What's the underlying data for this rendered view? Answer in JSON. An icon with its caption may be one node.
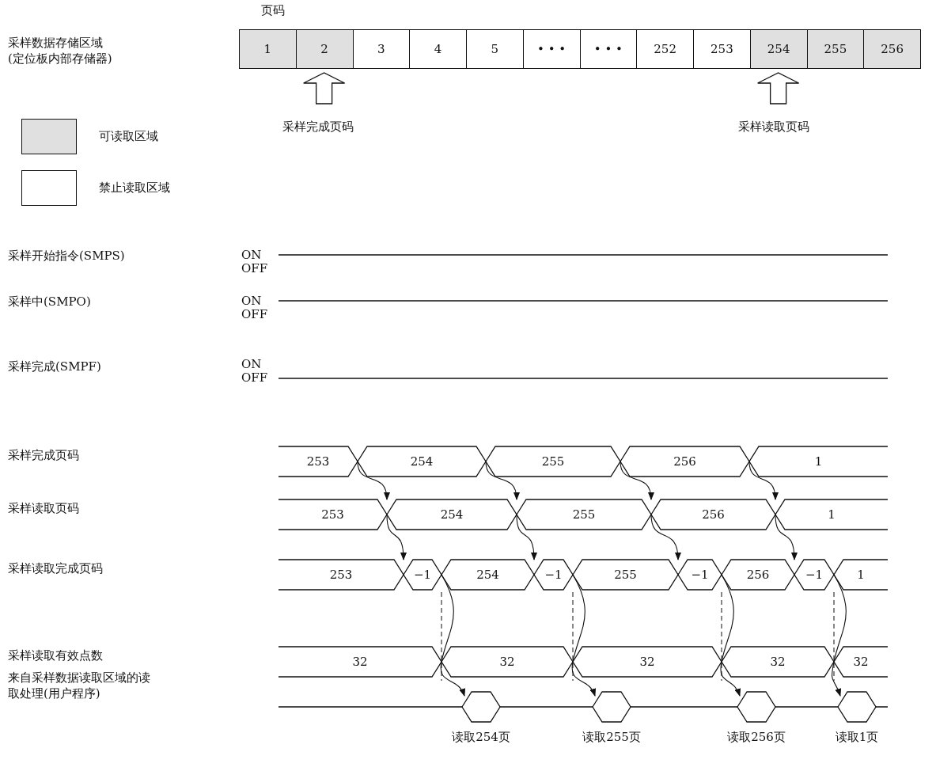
{
  "diagram": {
    "nodes": [
      {
        "text": [
          "1"
        ]
      },
      {
        "text": [
          "2"
        ]
      },
      {
        "text": [
          "3"
        ]
      },
      {
        "text": [
          "4"
        ]
      },
      {
        "text": [
          "5"
        ]
      },
      {
        "text": [
          "• • •"
        ]
      },
      {
        "text": [
          "• • •"
        ]
      },
      {
        "text": [
          "252"
        ]
      },
      {
        "text": [
          "253"
        ]
      },
      {
        "text": [
          "254"
        ]
      },
      {
        "text": [
          "255"
        ]
      },
      {
        "text": [
          "256"
        ]
      },
      {
        "text": [
          "采样完成页码"
        ]
      },
      {
        "text": [
          "采样读取页码"
        ]
      },
      {
        "text": [
          "253"
        ]
      },
      {
        "text": [
          "254"
        ]
      },
      {
        "text": [
          "255"
        ]
      },
      {
        "text": [
          "256"
        ]
      },
      {
        "text": [
          "1"
        ]
      },
      {
        "text": [
          "253"
        ]
      },
      {
        "text": [
          "254"
        ]
      },
      {
        "text": [
          "255"
        ]
      },
      {
        "text": [
          "256"
        ]
      },
      {
        "text": [
          "1"
        ]
      },
      {
        "text": [
          "253"
        ]
      },
      {
        "text": [
          "−1"
        ]
      },
      {
        "text": [
          "254"
        ]
      },
      {
        "text": [
          "−1"
        ]
      },
      {
        "text": [
          "255"
        ]
      },
      {
        "text": [
          "−1"
        ]
      },
      {
        "text": [
          "256"
        ]
      },
      {
        "text": [
          "−1"
        ]
      },
      {
        "text": [
          "1"
        ]
      },
      {
        "text": [
          "32"
        ]
      },
      {
        "text": [
          "32"
        ]
      },
      {
        "text": [
          "32"
        ]
      },
      {
        "text": [
          "32"
        ]
      },
      {
        "text": [
          "32"
        ]
      },
      {
        "text": [],
        "shape": "hexagon",
        "beside": [
          "读取254页"
        ]
      },
      {
        "text": [],
        "shape": "hexagon",
        "beside": [
          "读取255页"
        ]
      },
      {
        "text": [],
        "shape": "hexagon",
        "beside": [
          "读取256页"
        ]
      },
      {
        "text": [],
        "shape": "hexagon",
        "beside": [
          "读取1页"
        ]
      }
    ],
    "edges": [
      {
        "from": 12,
        "to": 1,
        "arrow": "to"
      },
      {
        "from": 13,
        "to": 9,
        "arrow": "to"
      },
      {
        "from": 15,
        "to": 20,
        "arrow": "to"
      },
      {
        "from": 16,
        "to": 21,
        "arrow": "to"
      },
      {
        "from": 17,
        "to": 22,
        "arrow": "to"
      },
      {
        "from": 18,
        "to": 23,
        "arrow": "to"
      },
      {
        "from": 20,
        "to": 25,
        "arrow": "to"
      },
      {
        "from": 21,
        "to": 27,
        "arrow": "to"
      },
      {
        "from": 22,
        "to": 29,
        "arrow": "to"
      },
      {
        "from": 23,
        "to": 31,
        "arrow": "to"
      },
      {
        "from": 26,
        "to": 38,
        "arrow": "to"
      },
      {
        "from": 28,
        "to": 39,
        "arrow": "to"
      },
      {
        "from": 30,
        "to": 40,
        "arrow": "to"
      },
      {
        "from": 32,
        "to": 41,
        "arrow": "to"
      }
    ],
    "labels": [
      "页码",
      "采样数据存储区域(定位板内部存储器)",
      "采样开始指令(SMPS)",
      "ON",
      "OFF",
      "采样中(SMPO)",
      "ON",
      "OFF",
      "采样完成(SMPF)",
      "ON",
      "OFF",
      "采样完成页码",
      "采样读取页码",
      "采样读取完成页码",
      "采样读取有效点数",
      "来自采样数据读取区域的读取处理(用户程序)"
    ],
    "legend": [
      {
        "text": "可读取区域",
        "color": "#e0e0e0"
      },
      {
        "text": "禁止读取区域",
        "color": "#ffffff"
      }
    ]
  }
}
